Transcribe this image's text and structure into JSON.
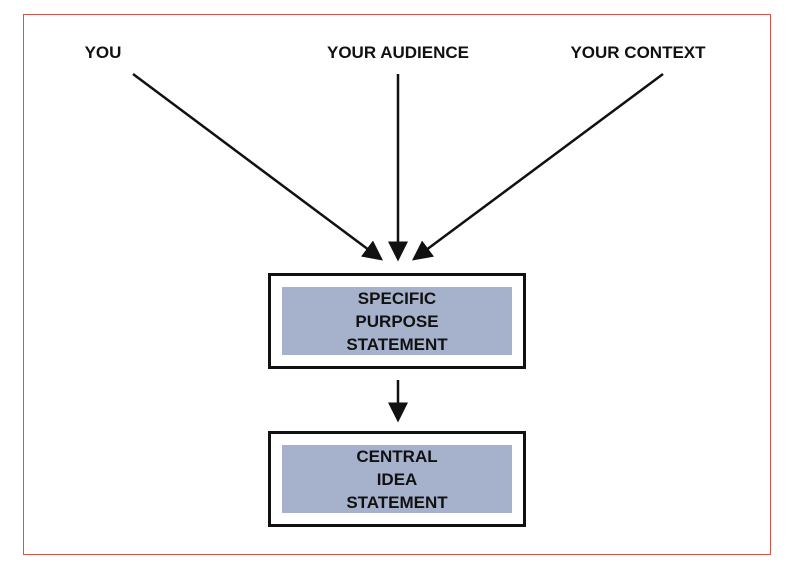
{
  "sources": [
    {
      "label": "YOU"
    },
    {
      "label": "YOUR AUDIENCE"
    },
    {
      "label": "YOUR CONTEXT"
    }
  ],
  "purpose_box": {
    "lines": [
      "SPECIFIC",
      "PURPOSE",
      "STATEMENT"
    ]
  },
  "central_box": {
    "lines": [
      "CENTRAL",
      "IDEA",
      "STATEMENT"
    ]
  },
  "colors": {
    "border": "#d9534a",
    "box_fill": "#a6b2cc",
    "ink": "#111111"
  }
}
